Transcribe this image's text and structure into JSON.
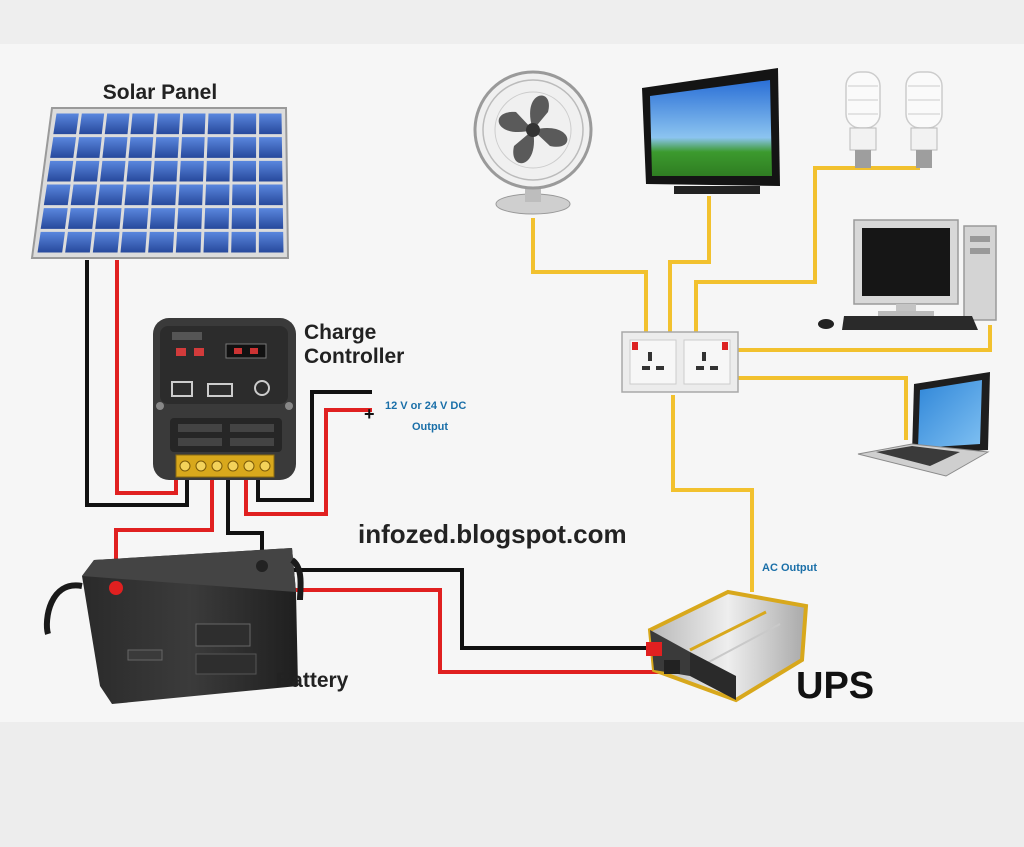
{
  "labels": {
    "solar_panel": "Solar Panel",
    "charge_controller_line1": "Charge",
    "charge_controller_line2": "Controller",
    "battery": "Battery",
    "ups": "UPS",
    "dc_output_line1": "12 V or 24 V DC",
    "dc_output_line2": "Output",
    "ac_output": "AC Output",
    "watermark": "infozed.blogspot.com",
    "minus_sign": "-",
    "plus_sign": "+"
  },
  "colors": {
    "ac_wire": "#f2c12e",
    "dc_positive_wire": "#e02020",
    "dc_negative_wire": "#111111",
    "solar_cell": "#2f5fbf",
    "annotation_text": "#1a6fa8"
  },
  "icons": [
    "solar-panel-icon",
    "charge-controller-icon",
    "battery-icon",
    "ups-inverter-icon",
    "fan-icon",
    "tv-icon",
    "cfl-bulb-icon",
    "desktop-computer-icon",
    "laptop-icon",
    "wall-socket-icon"
  ]
}
